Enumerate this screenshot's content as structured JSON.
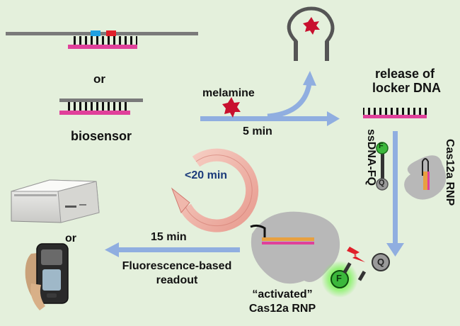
{
  "labels": {
    "or_top": "or",
    "biosensor": "biosensor",
    "melamine": "melamine",
    "time_5": "5 min",
    "release_line1": "release of",
    "release_line2": "locker DNA",
    "ssdna": "ssDNA-FQ",
    "cas_rnp": "Cas12a RNP",
    "cycle_time": "<20 min",
    "time_15": "15 min",
    "readout_line1": "Fluorescence-based",
    "readout_line2": "readout",
    "activated_line1": "“activated”",
    "activated_line2": "Cas12a RNP",
    "or_bottom": "or"
  },
  "probe_labels": {
    "fluor": "F",
    "quencher": "Q"
  },
  "colors": {
    "background": "#e4f0dc",
    "arrow": "#90aee0",
    "dna_strand": "#7a7a7a",
    "locker_strand": "#e0409a",
    "aptamer_site_blue": "#1fa0e0",
    "aptamer_site_red": "#e0202a",
    "melamine_star": "#c8102e",
    "cycle_arrow": "#f0b8ac",
    "cycle_text": "#1a3a7a",
    "fluor_green": "#3cb83c",
    "cas_protein": "#b8b8b8"
  }
}
